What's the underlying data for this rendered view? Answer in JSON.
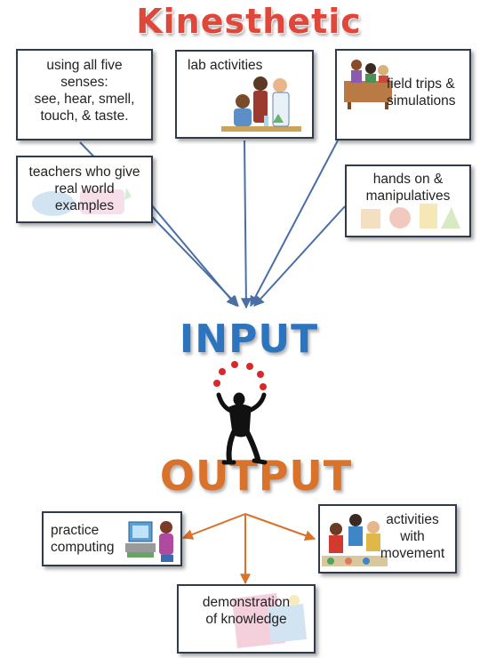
{
  "titles": {
    "kinesthetic": "Kinesthetic",
    "input": "INPUT",
    "output": "OUTPUT"
  },
  "input_boxes": {
    "senses": "using all five\nsenses:\nsee, hear, smell,\ntouch, & taste.",
    "lab": "lab activities",
    "field_trips": "field trips &\nsimulations",
    "teachers": "teachers who give\nreal world\nexamples",
    "hands_on": "hands on &\nmanipulatives"
  },
  "output_boxes": {
    "computing": "practice\ncomputing",
    "movement": "activities\nwith\nmovement",
    "demonstration": "demonstration\nof knowledge"
  },
  "colors": {
    "kinesthetic": "#e0473b",
    "input": "#2d74bf",
    "output": "#d9722a",
    "input_arrows": "#4a6fa5",
    "output_arrows": "#d9722a"
  },
  "icons": [
    "lab-scientists-clipart",
    "field-trip-clipart",
    "computer-user-clipart",
    "children-playing-clipart",
    "juggler-figure-clipart"
  ]
}
